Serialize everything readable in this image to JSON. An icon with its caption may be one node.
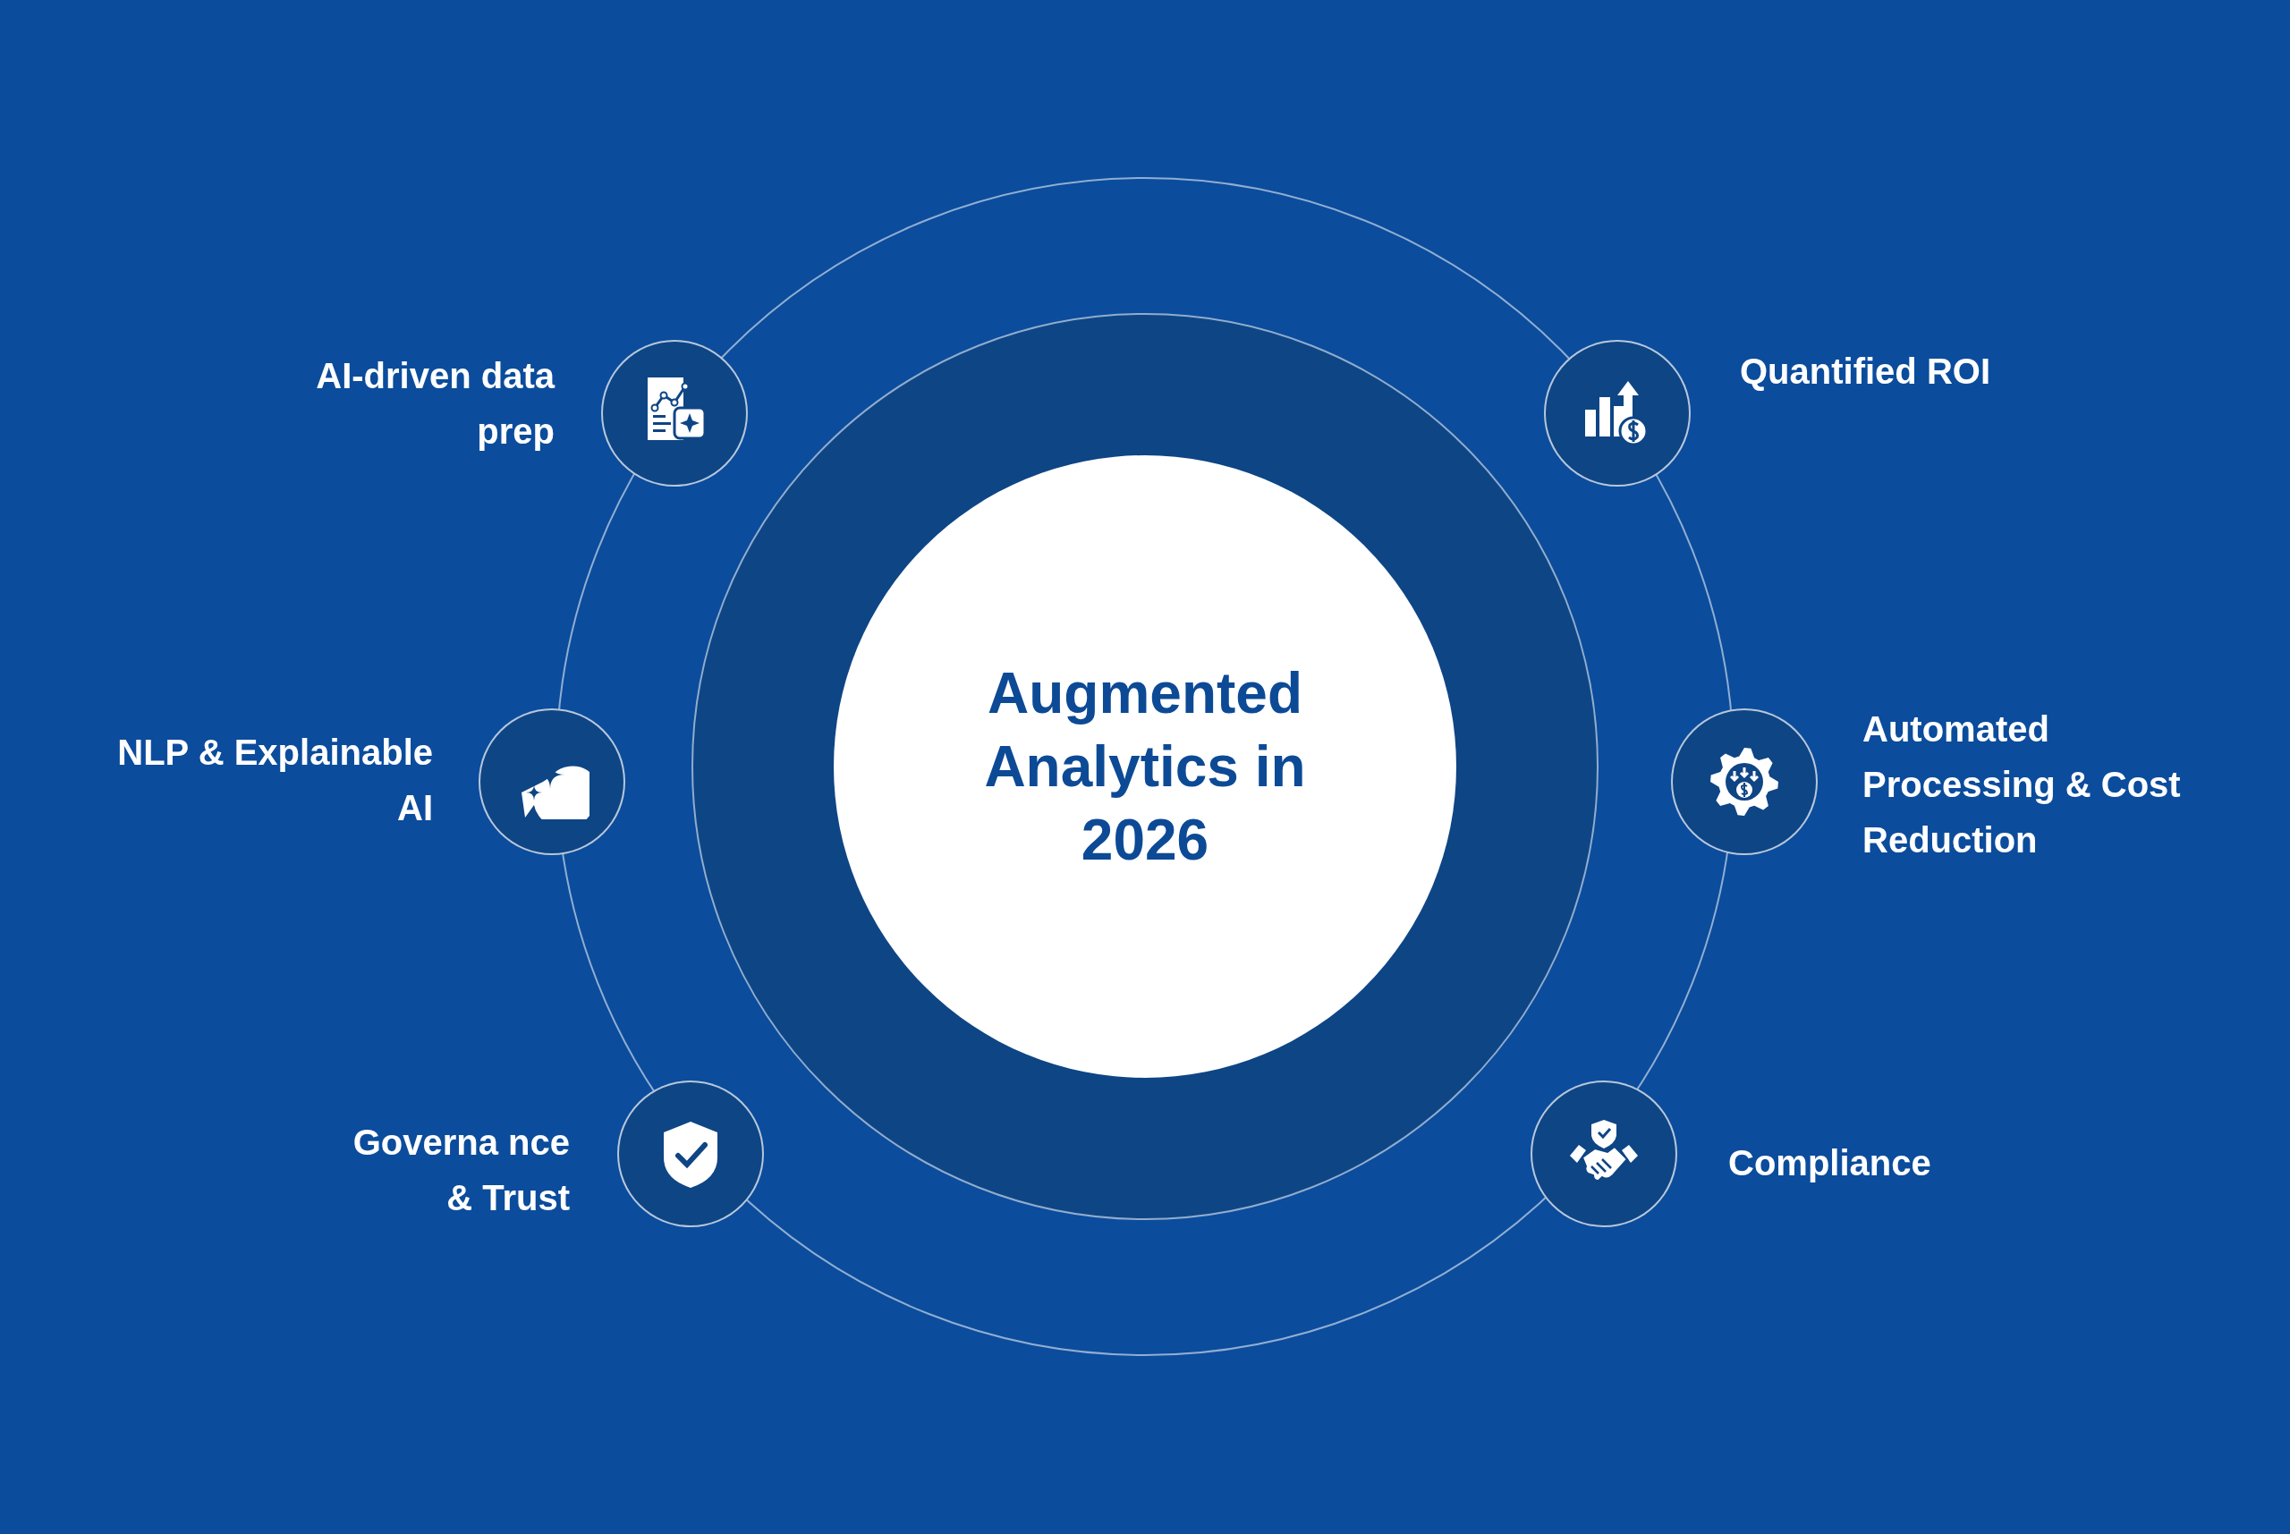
{
  "diagram": {
    "nodes": [
      {
        "text": [
          "Augmented Analytics in 2026"
        ]
      },
      {
        "text": [],
        "shape": "circle",
        "beside": [
          "AI-driven data prep"
        ]
      },
      {
        "text": [],
        "shape": "circle",
        "beside": [
          "NLP & Explainable AI"
        ]
      },
      {
        "text": [],
        "shape": "circle",
        "beside": [
          "Governa nce & Trust"
        ]
      },
      {
        "text": [],
        "shape": "circle",
        "beside": [
          "Quantified ROI"
        ]
      },
      {
        "text": [],
        "shape": "circle",
        "beside": [
          "Automated Processing & Cost Reduction"
        ]
      },
      {
        "text": [],
        "shape": "circle",
        "beside": [
          "Compliance"
        ]
      }
    ]
  }
}
